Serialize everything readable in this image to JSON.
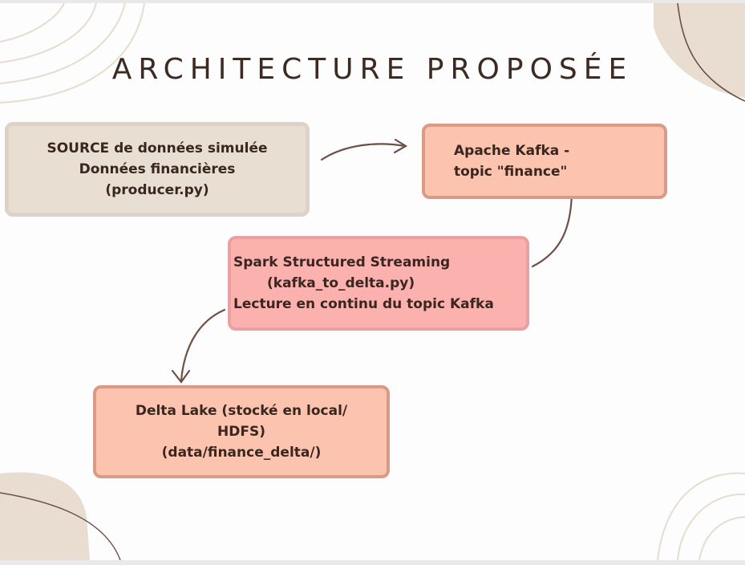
{
  "title": "ARCHITECTURE PROPOSÉE",
  "nodes": {
    "source": {
      "lines": [
        "SOURCE de données simulée",
        "Données financières",
        "(producer.py)"
      ]
    },
    "kafka": {
      "lines": [
        "Apache Kafka -",
        "topic \"finance\""
      ]
    },
    "spark": {
      "lines": [
        "Spark Structured Streaming",
        "(kafka_to_delta.py)",
        "Lecture en continu du topic Kafka"
      ]
    },
    "delta": {
      "lines": [
        "Delta Lake (stocké en local/",
        "HDFS)",
        "(data/finance_delta/)"
      ]
    }
  },
  "colors": {
    "title": "#3d2a22",
    "arrow": "#6e5048",
    "source_fill": "#e8dfd2",
    "kafka_fill": "#fcc4ae",
    "spark_fill": "#fbb1ae",
    "delta_fill": "#fcc4ae"
  }
}
